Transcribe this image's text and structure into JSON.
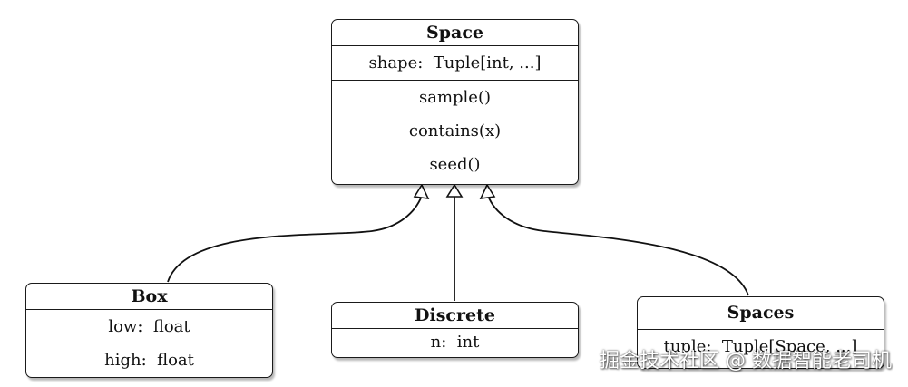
{
  "diagram": {
    "space": {
      "title": "Space",
      "attributes": [
        "shape:  Tuple[int, ...]"
      ],
      "methods": [
        "sample()",
        "contains(x)",
        "seed()"
      ]
    },
    "box": {
      "title": "Box",
      "attributes": [
        "low:  float",
        "high:  float"
      ]
    },
    "discrete": {
      "title": "Discrete",
      "attributes": [
        "n:  int"
      ]
    },
    "spaces": {
      "title": "Spaces",
      "attributes": [
        "tuple:  Tuple[Space, ...]"
      ]
    },
    "relations": [
      {
        "from": "Box",
        "to": "Space",
        "kind": "inheritance"
      },
      {
        "from": "Discrete",
        "to": "Space",
        "kind": "inheritance"
      },
      {
        "from": "Spaces",
        "to": "Space",
        "kind": "inheritance"
      }
    ]
  },
  "watermark": "掘金技术社区 @ 数据智能老司机"
}
